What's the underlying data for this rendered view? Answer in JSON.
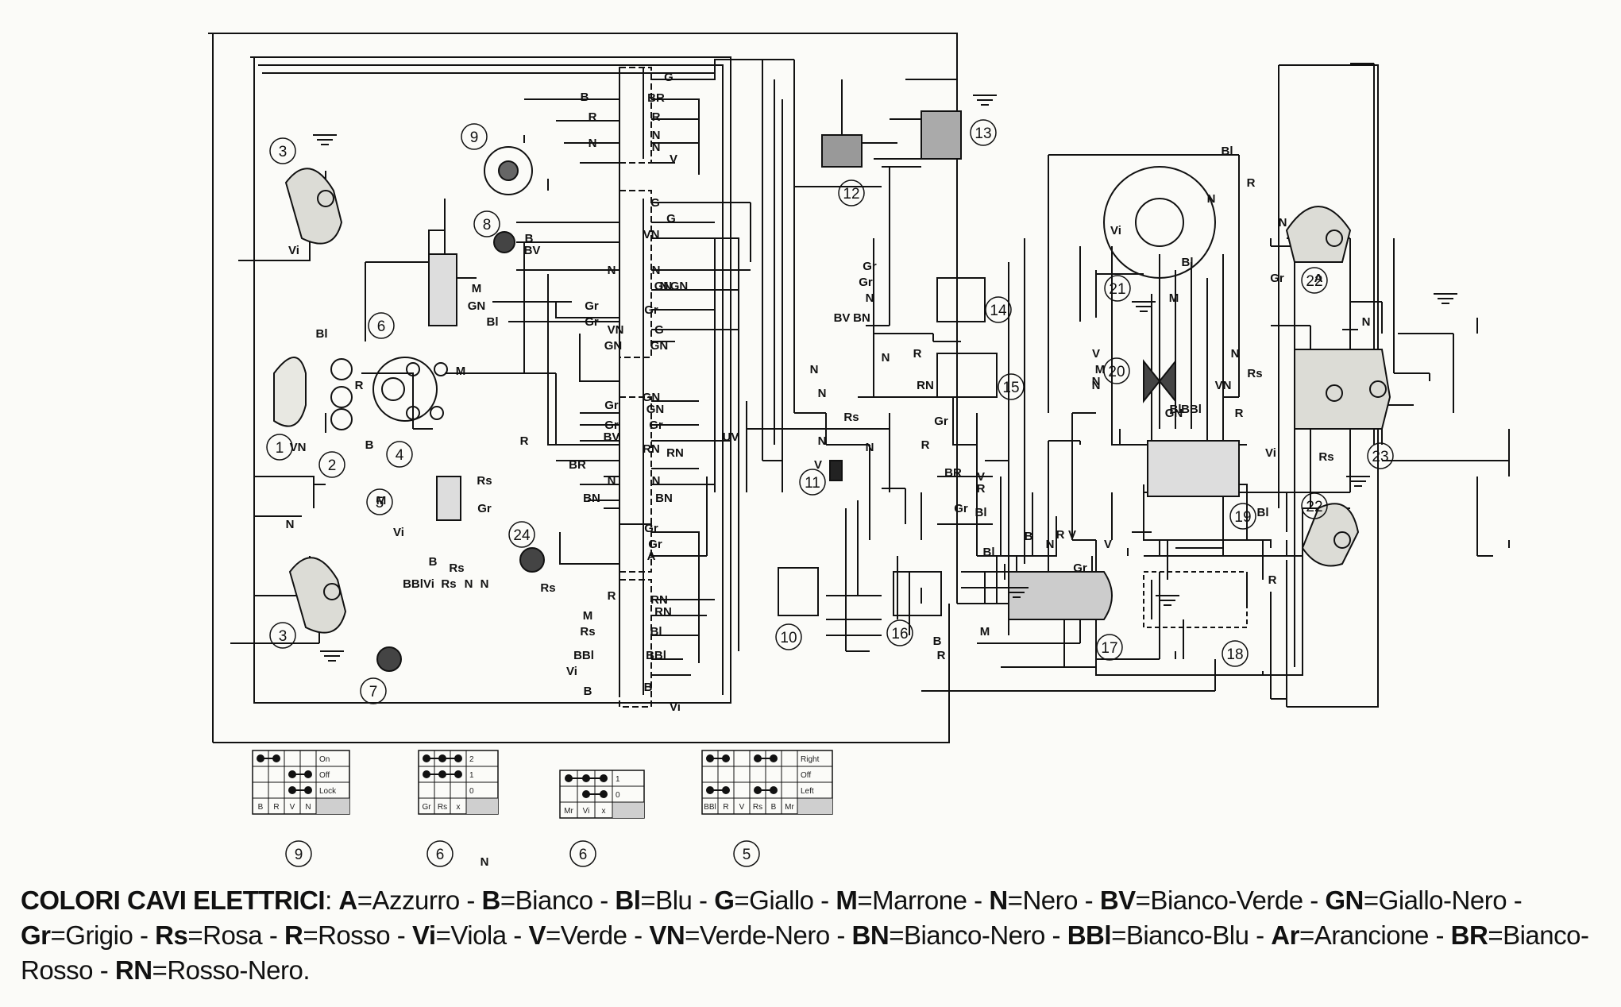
{
  "components": [
    "1",
    "2",
    "3",
    "3",
    "4",
    "5",
    "6",
    "7",
    "8",
    "9",
    "10",
    "11",
    "12",
    "13",
    "14",
    "15",
    "16",
    "17",
    "18",
    "19",
    "20",
    "21",
    "22",
    "22",
    "23",
    "24"
  ],
  "wire_labels": [
    "G",
    "B",
    "BR",
    "R",
    "R",
    "N",
    "N",
    "N",
    "V",
    "B",
    "G",
    "G",
    "VN",
    "BV",
    "N",
    "N",
    "N",
    "GN",
    "GN",
    "Gr",
    "Gr",
    "Gr",
    "G",
    "VN",
    "GN",
    "GN",
    "GN",
    "GN",
    "Gr",
    "Gr",
    "Gr",
    "BV",
    "RN",
    "RN",
    "UV",
    "N",
    "N",
    "BN",
    "BN",
    "Gr",
    "Gr",
    "A",
    "R",
    "RN",
    "RN",
    "M",
    "Rs",
    "Bl",
    "BBl",
    "BBl",
    "Vi",
    "B",
    "B",
    "Vi",
    "Vi",
    "Bl",
    "VN",
    "M",
    "Vi",
    "Rs",
    "Gr",
    "N",
    "Bl",
    "GN",
    "M",
    "N",
    "B",
    "R",
    "M",
    "B",
    "Rs",
    "BBl",
    "Vi",
    "Rs",
    "N",
    "N",
    "R",
    "Rs",
    "BR",
    "Rs",
    "Gr",
    "Gr",
    "N",
    "BN",
    "BV",
    "N",
    "R",
    "RN",
    "Gr",
    "R",
    "N",
    "N",
    "N",
    "N",
    "V",
    "BR",
    "V",
    "R",
    "Gr",
    "Bl",
    "Bl",
    "B",
    "R",
    "V",
    "V",
    "V",
    "N",
    "N",
    "Bl",
    "Bl",
    "M",
    "Bl",
    "BBl",
    "GN",
    "N",
    "M",
    "R",
    "R",
    "N",
    "Gr",
    "A",
    "N",
    "Bl",
    "N",
    "Vi",
    "Rs",
    "R",
    "Vi",
    "VN",
    "Rs",
    "B",
    "Gr",
    "R",
    "M",
    "N"
  ],
  "switch_tables": [
    {
      "number": "9",
      "rows": [
        "On",
        "Off",
        "Lock"
      ],
      "cols": [
        "B",
        "R",
        "V",
        "N"
      ],
      "dots": [
        [
          1,
          1,
          0,
          0
        ],
        [
          0,
          0,
          1,
          1
        ],
        [
          0,
          0,
          1,
          1
        ]
      ]
    },
    {
      "number": "6",
      "rows": [
        "2",
        "1",
        "0"
      ],
      "cols": [
        "Gr",
        "Rs",
        "x"
      ],
      "dots": [
        [
          1,
          1,
          1
        ],
        [
          1,
          1,
          1
        ],
        [
          0,
          0,
          0
        ]
      ]
    },
    {
      "number": "6",
      "rows": [
        "1",
        "0"
      ],
      "cols": [
        "Mr",
        "Vi",
        "x"
      ],
      "dots": [
        [
          1,
          1,
          1
        ],
        [
          0,
          1,
          1
        ]
      ]
    },
    {
      "number": "5",
      "rows": [
        "Right",
        "Off",
        "Left"
      ],
      "cols": [
        "BBl",
        "R",
        "V",
        "Rs",
        "B",
        "Mr"
      ],
      "dots": [
        [
          1,
          1,
          0,
          1,
          1,
          0
        ],
        [
          0,
          0,
          0,
          0,
          0,
          0
        ],
        [
          1,
          1,
          0,
          1,
          1,
          0
        ]
      ]
    }
  ],
  "legend": {
    "heading": "COLORI CAVI ELETTRICI",
    "separator": ": ",
    "items": [
      {
        "code": "A",
        "name": "Azzurro"
      },
      {
        "code": "B",
        "name": "Bianco"
      },
      {
        "code": "Bl",
        "name": "Blu"
      },
      {
        "code": "G",
        "name": "Giallo"
      },
      {
        "code": "M",
        "name": "Marrone"
      },
      {
        "code": "N",
        "name": "Nero"
      },
      {
        "code": "BV",
        "name": "Bianco-Verde"
      },
      {
        "code": "GN",
        "name": "Giallo-Nero"
      },
      {
        "code": "Gr",
        "name": "Grigio"
      },
      {
        "code": "Rs",
        "name": "Rosa"
      },
      {
        "code": "R",
        "name": "Rosso"
      },
      {
        "code": "Vi",
        "name": "Viola"
      },
      {
        "code": "V",
        "name": "Verde"
      },
      {
        "code": "VN",
        "name": "Verde-Nero"
      },
      {
        "code": "BN",
        "name": "Bianco-Nero"
      },
      {
        "code": "BBl",
        "name": "Bianco-Blu"
      },
      {
        "code": "Ar",
        "name": "Arancione"
      },
      {
        "code": "BR",
        "name": "Bianco-Rosso"
      },
      {
        "code": "RN",
        "name": "Rosso-Nero"
      }
    ]
  },
  "colors": {
    "ink": "#111111",
    "paper": "#fbfbf8",
    "table_shade": "#cfcfcf"
  }
}
